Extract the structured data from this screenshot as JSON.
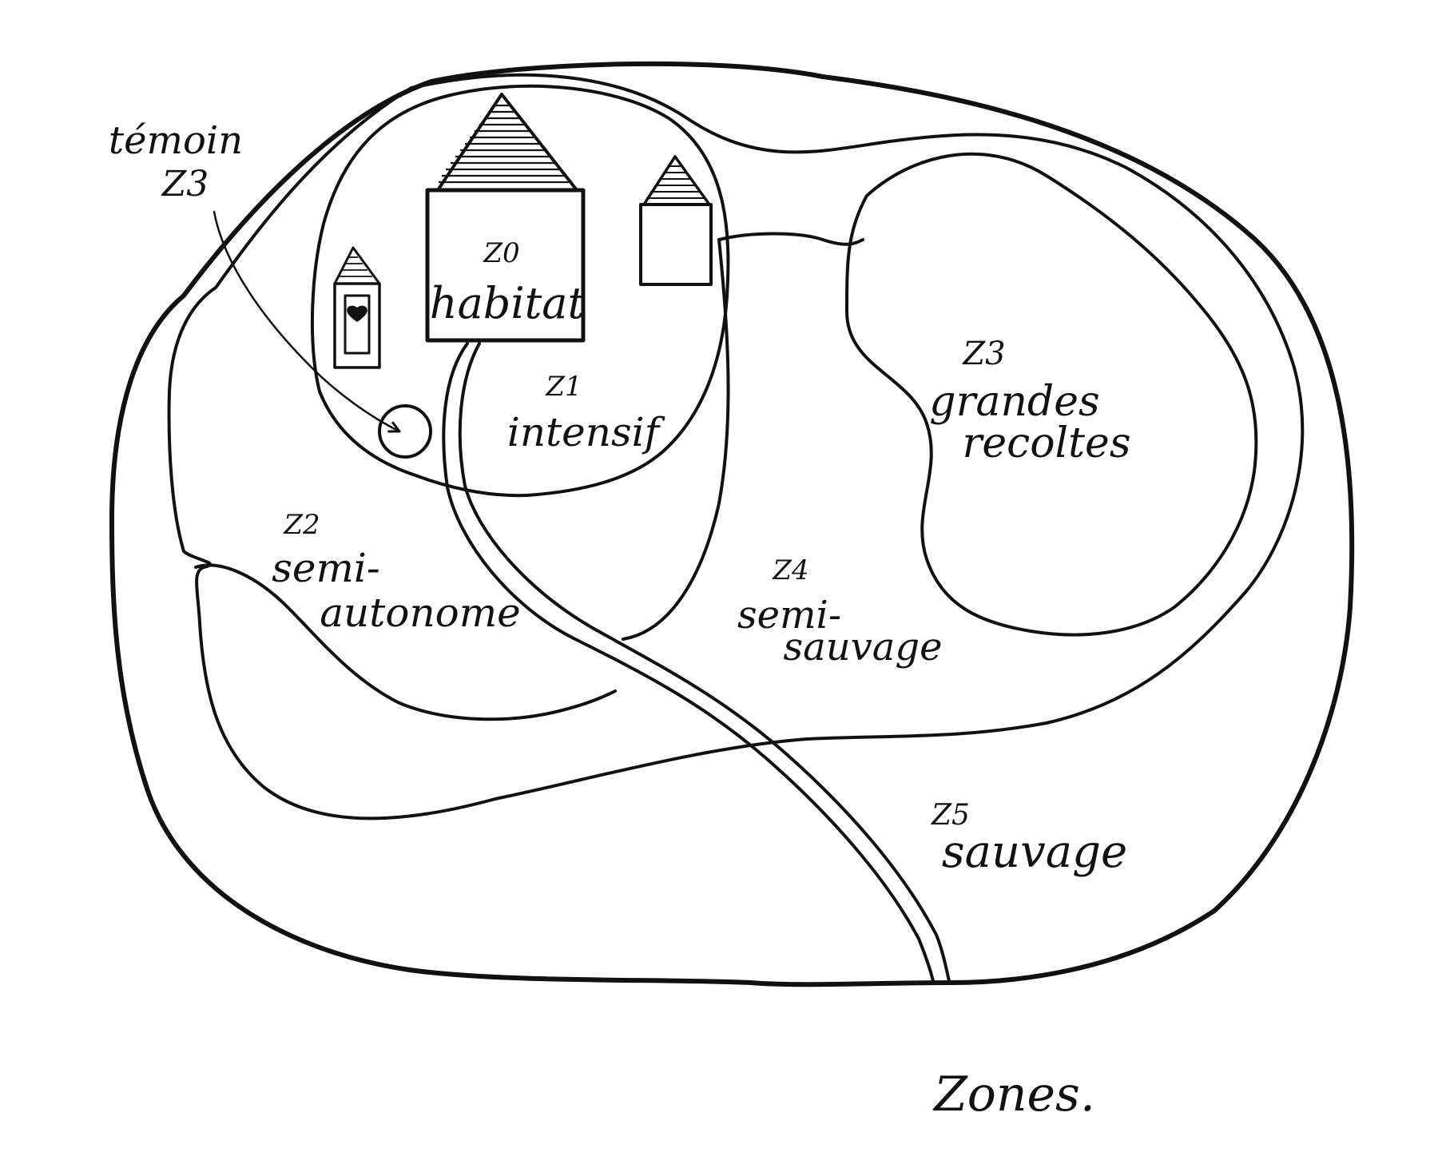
{
  "diagram": {
    "ink_color": "#111111",
    "background": "#ffffff",
    "caption": "Zones.",
    "annotation": {
      "line1": "témoin",
      "line2": "Z3"
    },
    "zones": {
      "z0": {
        "code": "Z0",
        "label": "habitat"
      },
      "z1": {
        "code": "Z1",
        "label": "intensif"
      },
      "z2": {
        "code": "Z2",
        "label_line1": "semi-",
        "label_line2": "autonome"
      },
      "z3": {
        "code": "Z3",
        "label_line1": "grandes",
        "label_line2": "recoltes"
      },
      "z4": {
        "code": "Z4",
        "label_line1": "semi-",
        "label_line2": "sauvage"
      },
      "z5": {
        "code": "Z5",
        "label": "sauvage"
      }
    }
  }
}
